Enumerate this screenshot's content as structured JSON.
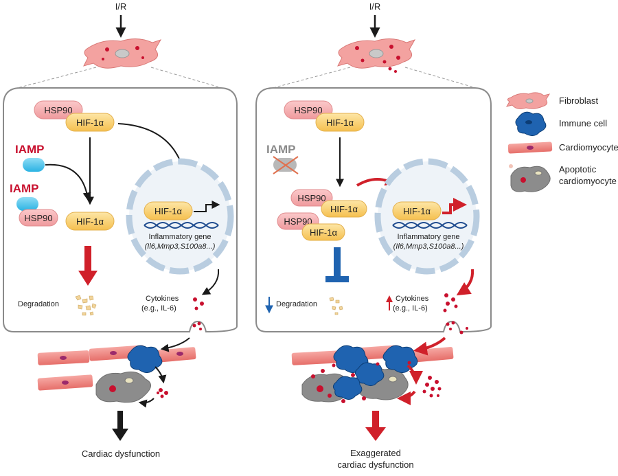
{
  "left_panel": {
    "stimulus": "I/R",
    "hsp90": "HSP90",
    "hif": "HIF-1α",
    "iamp_1": "IAMP",
    "iamp_2": "IAMP",
    "hsp90_bound": "HSP90",
    "hif_free": "HIF-1α",
    "nucleus_hif": "HIF-1α",
    "gene_label": "Inflammatory gene",
    "gene_examples": "(Il6,Mmp3,S100a8...)",
    "degradation": "Degradation",
    "cytokines": "Cytokines",
    "cytokines_example": "(e.g., IL-6)",
    "outcome": "Cardiac dysfunction"
  },
  "right_panel": {
    "stimulus": "I/R",
    "hsp90": "HSP90",
    "hif": "HIF-1α",
    "iamp": "IAMP",
    "complex1_hsp90": "HSP90",
    "complex1_hif": "HIF-1α",
    "complex2_hsp90": "HSP90",
    "complex2_hif": "HIF-1α",
    "nucleus_hif": "HIF-1α",
    "gene_label": "Inflammatory gene",
    "gene_examples": "(Il6,Mmp3,S100a8...)",
    "degradation": "Degradation",
    "cytokines": "Cytokines",
    "cytokines_example": "(e.g., IL-6)",
    "outcome_line1": "Exaggerated",
    "outcome_line2": "cardiac dysfunction"
  },
  "legend": {
    "fibroblast": "Fibroblast",
    "immune_cell": "Immune cell",
    "cardiomyocyte": "Cardiomyocyte",
    "apoptotic_line1": "Apoptotic",
    "apoptotic_line2": "cardiomyocyte"
  },
  "colors": {
    "hsp90_fill": "#f4aeb0",
    "hif_fill": "#f9d37a",
    "iamp_fill": "#4cc3ea",
    "red_arrow": "#d0202a",
    "blue_inhibit": "#1f63b0",
    "iamp_text": "#c8102e"
  }
}
